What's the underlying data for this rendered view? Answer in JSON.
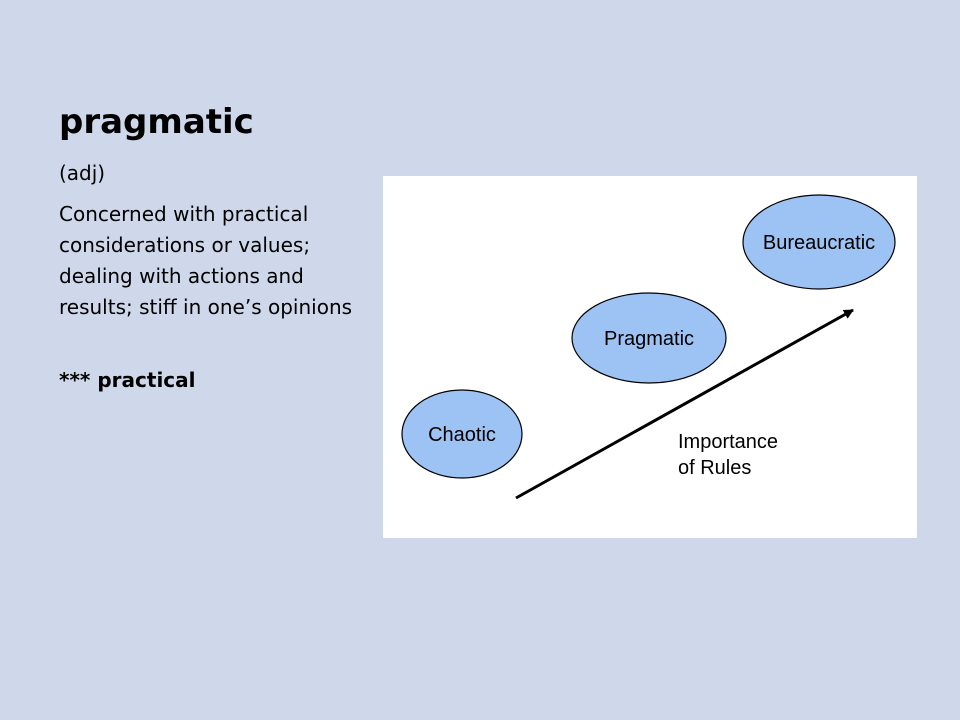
{
  "slide": {
    "title": "pragmatic",
    "part_of_speech": "(adj)",
    "definition": "Concerned with practical considerations or values; dealing with actions and results; stiff in one’s opinions",
    "note_prefix": "***",
    "note_word": "practical"
  },
  "diagram": {
    "nodes": [
      {
        "label": "Chaotic"
      },
      {
        "label": "Pragmatic"
      },
      {
        "label": "Bureaucratic"
      }
    ],
    "arrow_label_lines": [
      "Importance",
      "of Rules"
    ],
    "colors": {
      "node_fill": "#9dc3f5",
      "node_stroke": "#000000",
      "panel_background": "#ffffff",
      "slide_background": "#cfd8eb"
    }
  }
}
